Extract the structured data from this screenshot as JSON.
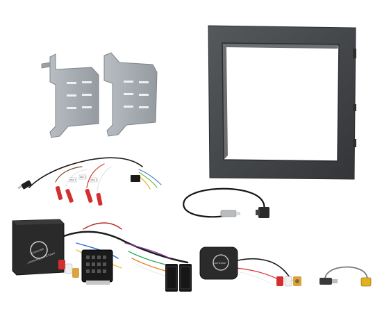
{
  "product": {
    "box_logo_text": "Connects2",
    "box_tagline": "...connecting to the future",
    "interface_logo_text": "Connects2"
  },
  "wire_tags": [
    "REF 1",
    "REF 2",
    "REF 3"
  ],
  "colors": {
    "fascia": "#3d3f42",
    "bracket": "#a9afb4",
    "box": "#2a2a2a",
    "rca_red": "#d32f2f",
    "rca_gold": "#d9a441"
  }
}
